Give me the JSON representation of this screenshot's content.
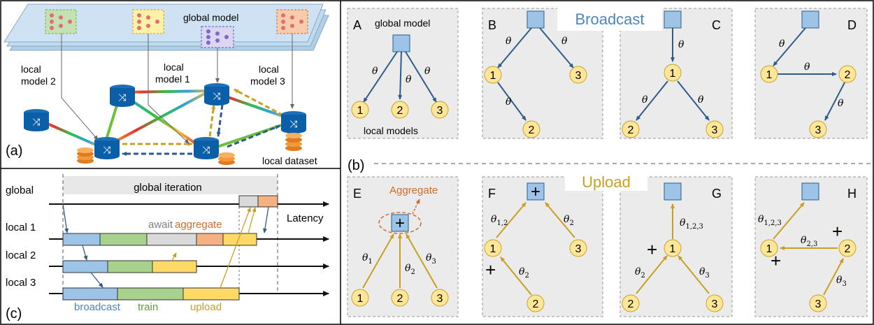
{
  "panel_a": {
    "label": "(a)",
    "global_model": "global model",
    "local_model_2": [
      "local",
      "model 2"
    ],
    "local_model_1": [
      "local",
      "model 1"
    ],
    "local_model_3": [
      "local",
      "model 3"
    ],
    "local_dataset": "local dataset"
  },
  "panel_b": {
    "label": "(b)",
    "broadcast": "Broadcast",
    "upload": "Upload",
    "A": {
      "letter": "A",
      "global_model": "global model",
      "local_models": "local models",
      "theta": "θ"
    },
    "B": {
      "letter": "B"
    },
    "C": {
      "letter": "C"
    },
    "D": {
      "letter": "D"
    },
    "E": {
      "letter": "E",
      "aggregate": "Aggregate",
      "t1": "θ",
      "s1": "1",
      "t2": "θ",
      "s2": "2",
      "t3": "θ",
      "s3": "3"
    },
    "F": {
      "letter": "F",
      "t12": "θ",
      "s12": "1,2",
      "t2": "θ",
      "s2": "2"
    },
    "G": {
      "letter": "G",
      "t123": "θ",
      "s123": "1,2,3",
      "t2": "θ",
      "s2": "2",
      "t3": "θ",
      "s3": "3"
    },
    "H": {
      "letter": "H",
      "t123": "θ",
      "s123": "1,2,3",
      "t23": "θ",
      "s23": "2,3",
      "t3": "θ",
      "s3": "3"
    },
    "node_labels": [
      "1",
      "2",
      "3"
    ],
    "plus": "+"
  },
  "panel_c": {
    "label": "(c)",
    "global": "global",
    "local1": "local 1",
    "local2": "local 2",
    "local3": "local 3",
    "global_iteration": "global iteration",
    "await": "await",
    "aggregate": "aggregate",
    "latency": "Latency",
    "broadcast": "broadcast",
    "train": "train",
    "upload": "upload"
  },
  "colors": {
    "broadcast_arrow": "#2e5c8a",
    "upload_arrow": "#c8a020",
    "node_fill": "#ffe699",
    "node_stroke": "#c9a227",
    "server_fill": "#9dc3e6",
    "broadcast_bar": "#9dc3e6",
    "train_bar": "#a9d18e",
    "upload_bar": "#ffd966",
    "aggregate_bar": "#f4b183",
    "await_bar": "#d9d9d9",
    "broadcast_text": "#4a86c0",
    "train_text": "#5a9e3a",
    "upload_text": "#c8a020",
    "aggregate_text": "#d36a2a",
    "panel_bg": "#ebebeb"
  }
}
